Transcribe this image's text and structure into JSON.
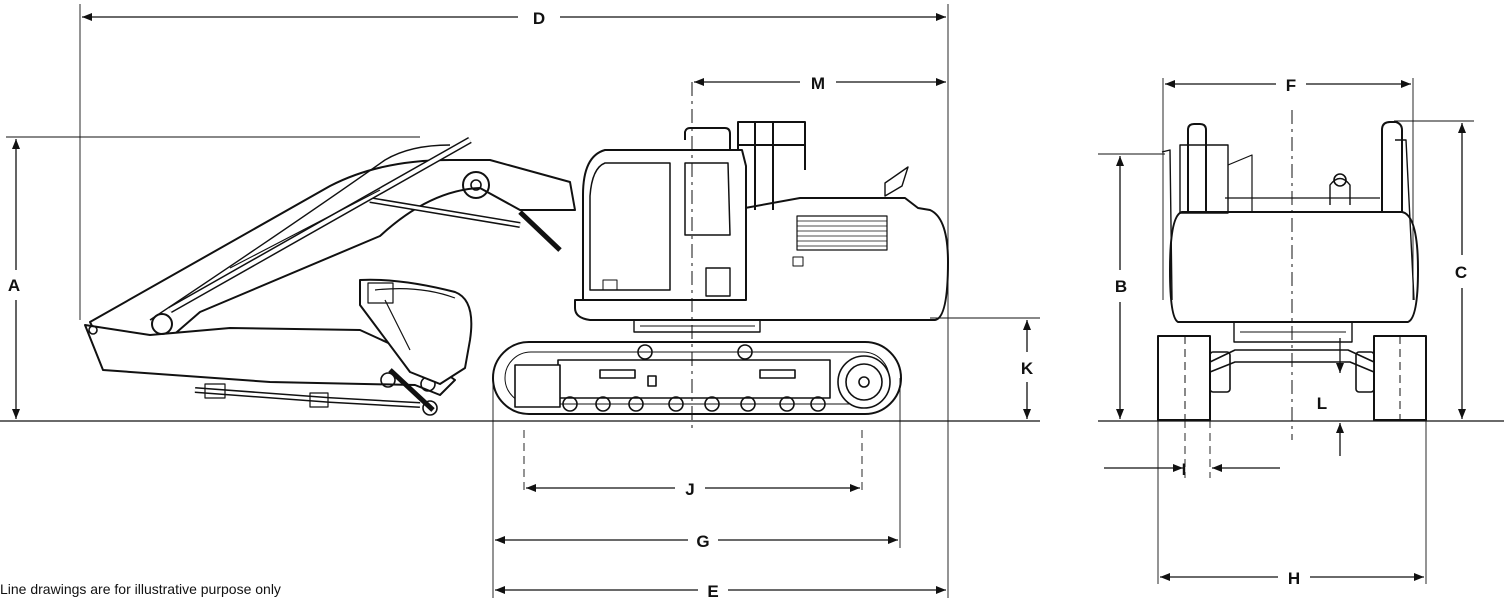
{
  "dimension_labels": {
    "A": "A",
    "B": "B",
    "C": "C",
    "D": "D",
    "E": "E",
    "F": "F",
    "G": "G",
    "H": "H",
    "I": "I",
    "J": "J",
    "K": "K",
    "L": "L",
    "M": "M"
  },
  "note": "Line drawings are for illustrative purpose only",
  "colors": {
    "line": "#111111",
    "background": "#ffffff"
  }
}
